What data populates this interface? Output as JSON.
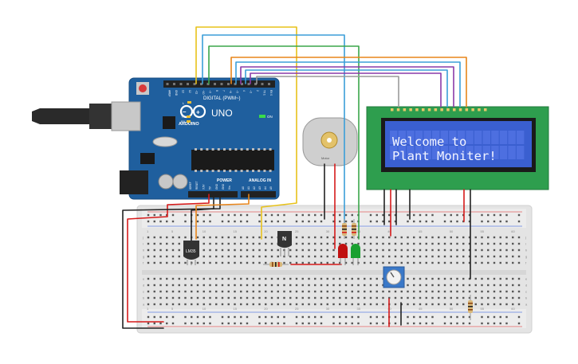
{
  "arduino": {
    "logo_text": "ARDUINO",
    "model": "UNO",
    "digital_label": "DIGITAL (PWM~)",
    "power_label": "POWER",
    "analog_label": "ANALOG IN",
    "on_label": "ON",
    "l_label": "L",
    "tx_label": "TX",
    "rx_label": "RX",
    "digital_pins": [
      "AREF",
      "GND",
      "13",
      "12",
      "~11",
      "~10",
      "~9",
      "8",
      "7",
      "~6",
      "~5",
      "4",
      "~3",
      "2",
      "TX 1",
      "RX 0"
    ],
    "power_pins": [
      "IOREF",
      "RESET",
      "3.3V",
      "5V",
      "GND",
      "GND",
      "Vin"
    ],
    "analog_pins": [
      "A0",
      "A1",
      "A2",
      "A3",
      "A4",
      "A5"
    ]
  },
  "lcd": {
    "line1": "Welcome to",
    "line2": "Plant Moniter!"
  },
  "sensor": {
    "label": "LM35"
  },
  "transistor": {
    "label": "N"
  },
  "motor": {
    "label": "Motor"
  },
  "breadboard": {
    "column_numbers": [
      "1",
      "5",
      "10",
      "15",
      "20",
      "25",
      "30",
      "35",
      "40",
      "45",
      "50",
      "55",
      "60"
    ],
    "row_letters_top": [
      "j",
      "i",
      "h",
      "g",
      "f"
    ],
    "row_letters_bottom": [
      "e",
      "d",
      "c",
      "b",
      "a"
    ]
  },
  "colors": {
    "arduino_board": "#1f5f9e",
    "lcd_pcb": "#2e9e4e",
    "lcd_screen": "#3a5fd0",
    "breadboard": "#e6e6e6",
    "wire_yellow": "#e8c21a",
    "wire_blue": "#3b9ed8",
    "wire_green": "#3aa64a",
    "wire_orange": "#e8851a",
    "wire_purple": "#8a3aa8",
    "wire_gray": "#9a9a9a",
    "wire_red": "#d61a1a",
    "wire_black": "#222222",
    "led_red": "#c01010",
    "led_green": "#1aa030"
  }
}
